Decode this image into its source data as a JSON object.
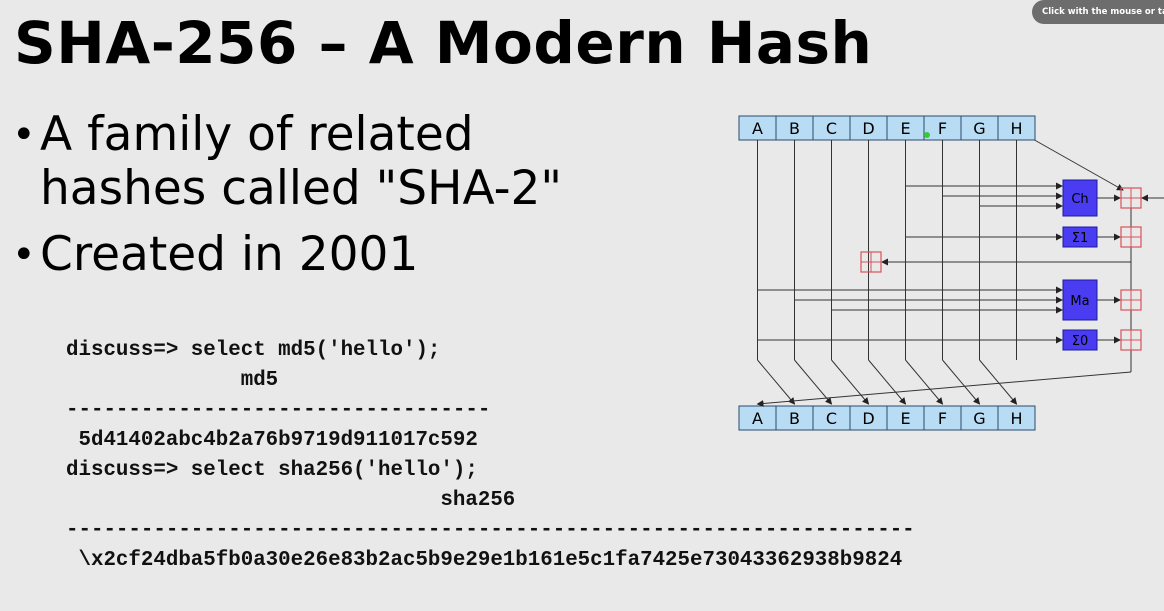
{
  "slide": {
    "title": "SHA-256 – A Modern Hash",
    "bullets": [
      "A family of related hashes called \"SHA-2\"",
      "Created in 2001"
    ]
  },
  "toast": {
    "text": "Click with the mouse or tablet to"
  },
  "code": {
    "lines": [
      "discuss=> select md5('hello');",
      "              md5",
      "----------------------------------",
      " 5d41402abc4b2a76b9719d911017c592",
      "",
      "discuss=> select sha256('hello');",
      "                              sha256",
      "--------------------------------------------------------------------",
      " \\x2cf24dba5fb0a30e26e83b2ac5b9e29e1b161e5c1fa7425e73043362938b9824"
    ]
  },
  "diagram": {
    "registers": [
      "A",
      "B",
      "C",
      "D",
      "E",
      "F",
      "G",
      "H"
    ],
    "functions": [
      "Ch",
      "Σ1",
      "Ma",
      "Σ0"
    ],
    "colors": {
      "register_fill": "#b9dcf5",
      "function_fill": "#4a3cf0",
      "adder_stroke": "#d9535a"
    }
  }
}
